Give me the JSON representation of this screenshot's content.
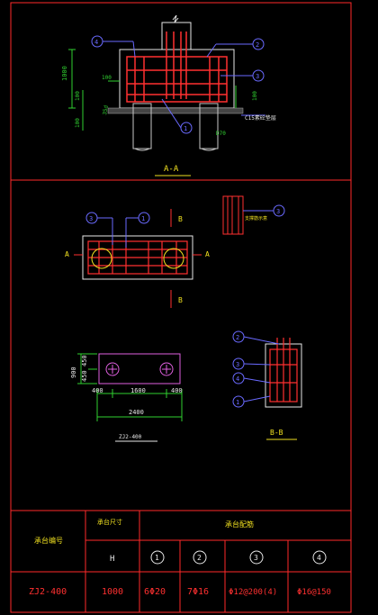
{
  "colors": {
    "background": "#000000",
    "frame": "#ff2a2a",
    "outline": "#e8e8e8",
    "rebar": "#ff3030",
    "dimension": "#30d030",
    "callout": "#6a6aff",
    "label": "#f0e020",
    "pile": "#a0a0a0"
  },
  "section_aa": {
    "title": "A-A",
    "callouts": [
      "4",
      "2",
      "3",
      "1"
    ],
    "dims": {
      "height": "1000",
      "cover_top": "100",
      "cover_side": "100",
      "cover_bottom": "100",
      "edge": "100",
      "anchor": "35d"
    },
    "dim_small": "100",
    "notes": {
      "cushion": "C15素砼垫层",
      "pile_note": "D70"
    }
  },
  "plan": {
    "section_cut_label": "A",
    "section_cut_label_right": "A",
    "b_label_top": "B",
    "b_label_bottom": "B",
    "callout_left": "3",
    "callout_right": "1",
    "detail_callout": "3",
    "detail_note": "支撑筋示意"
  },
  "dim_plan": {
    "caption": "ZJ2-400",
    "dims_h": [
      "400",
      "1600",
      "400"
    ],
    "total": "2400",
    "dims_v": [
      "450",
      "450"
    ],
    "total_v": "900"
  },
  "section_bb": {
    "title": "B-B",
    "callouts": [
      "2",
      "3",
      "4",
      "1"
    ]
  },
  "table": {
    "header_id": "承台编号",
    "header_size": "承台尺寸",
    "header_rebar": "承台配筋",
    "sub_h": "H",
    "rebar_cols": [
      "1",
      "2",
      "3",
      "4"
    ],
    "row": {
      "id": "ZJ2-400",
      "h": "1000",
      "r1": "6Φ20",
      "r2": "7Φ16",
      "r3": "Φ12@200(4)",
      "r4": "Φ16@150"
    }
  }
}
